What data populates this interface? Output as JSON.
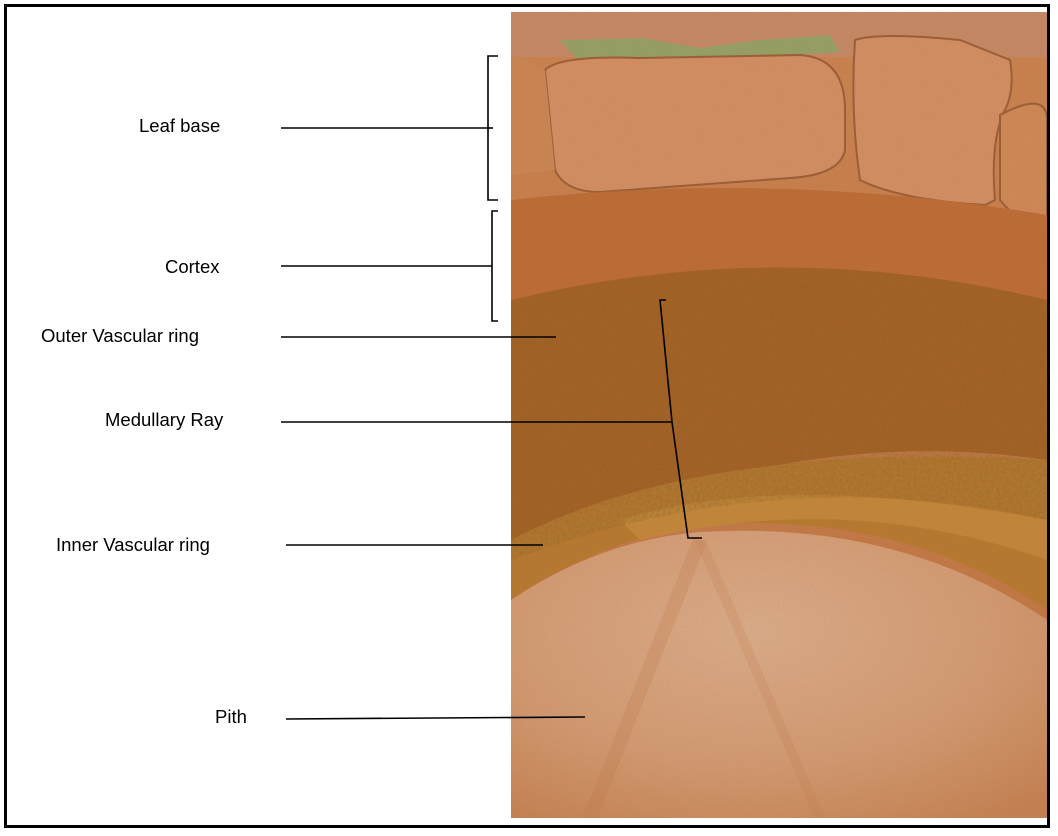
{
  "figure": {
    "labels": {
      "leaf_base": "Leaf base",
      "cortex": "Cortex",
      "outer_vascular_ring": "Outer Vascular ring",
      "medullary_ray": "Medullary Ray",
      "inner_vascular_ring": "Inner Vascular ring",
      "pith": "Pith"
    },
    "colors": {
      "line": "#000000",
      "leaf_base_tissue": "#d48a5a",
      "cortex_tissue": "#c8763f",
      "vascular_tissue": "#a85e22",
      "pith_tissue": "#dca784",
      "leaf_sheath_green": "#8aa96a"
    }
  }
}
